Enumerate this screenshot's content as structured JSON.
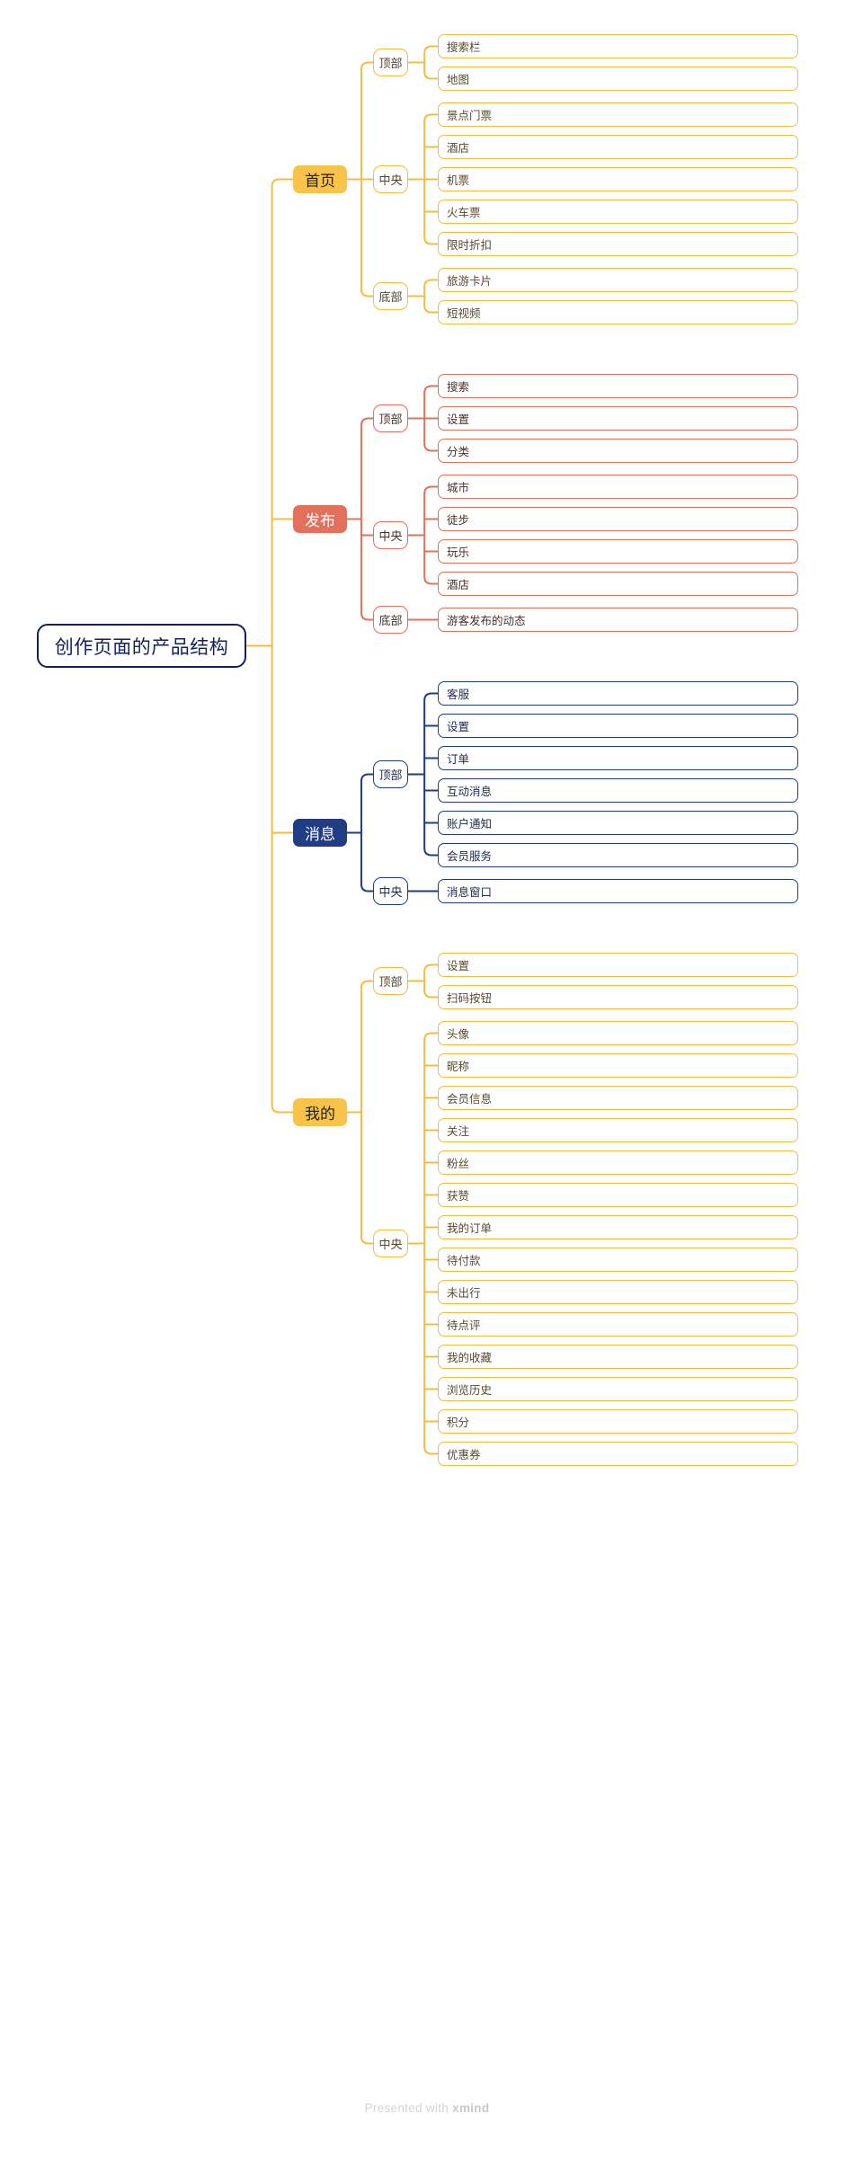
{
  "document": {
    "title": "创作页面的产品结构",
    "watermark_prefix": "Presented with ",
    "watermark_brand": "xmind"
  },
  "colors": {
    "amber": "#f5bc3e",
    "amber_fill": "#f9c349",
    "coral": "#e3705a",
    "navy": "#203c83",
    "root_border": "#14205e",
    "watermark": "#d3d3d6",
    "background": "#ffffff"
  },
  "root": {
    "label": "创作页面的产品结构"
  },
  "branches": [
    {
      "label": "首页",
      "color": "amber",
      "groups": [
        {
          "label": "顶部",
          "leaves": [
            "搜索栏",
            "地图"
          ]
        },
        {
          "label": "中央",
          "leaves": [
            "景点门票",
            "酒店",
            "机票",
            "火车票",
            "限时折扣"
          ]
        },
        {
          "label": "底部",
          "leaves": [
            "旅游卡片",
            "短视频"
          ]
        }
      ]
    },
    {
      "label": "发布",
      "color": "coral",
      "groups": [
        {
          "label": "顶部",
          "leaves": [
            "搜索",
            "设置",
            "分类"
          ]
        },
        {
          "label": "中央",
          "leaves": [
            "城市",
            "徒步",
            "玩乐",
            "酒店"
          ]
        },
        {
          "label": "底部",
          "leaves": [
            "游客发布的动态"
          ]
        }
      ]
    },
    {
      "label": "消息",
      "color": "navy",
      "groups": [
        {
          "label": "顶部",
          "leaves": [
            "客服",
            "设置",
            "订单",
            "互动消息",
            "账户通知",
            "会员服务"
          ]
        },
        {
          "label": "中央",
          "leaves": [
            "消息窗口"
          ]
        }
      ]
    },
    {
      "label": "我的",
      "color": "amber",
      "groups": [
        {
          "label": "顶部",
          "leaves": [
            "设置",
            "扫码按钮"
          ]
        },
        {
          "label": "中央",
          "leaves": [
            "头像",
            "昵称",
            "会员信息",
            "关注",
            "粉丝",
            "获赞",
            "我的订单",
            "待付款",
            "未出行",
            "待点评",
            "我的收藏",
            "浏览历史",
            "积分",
            "优惠券"
          ]
        }
      ]
    }
  ]
}
